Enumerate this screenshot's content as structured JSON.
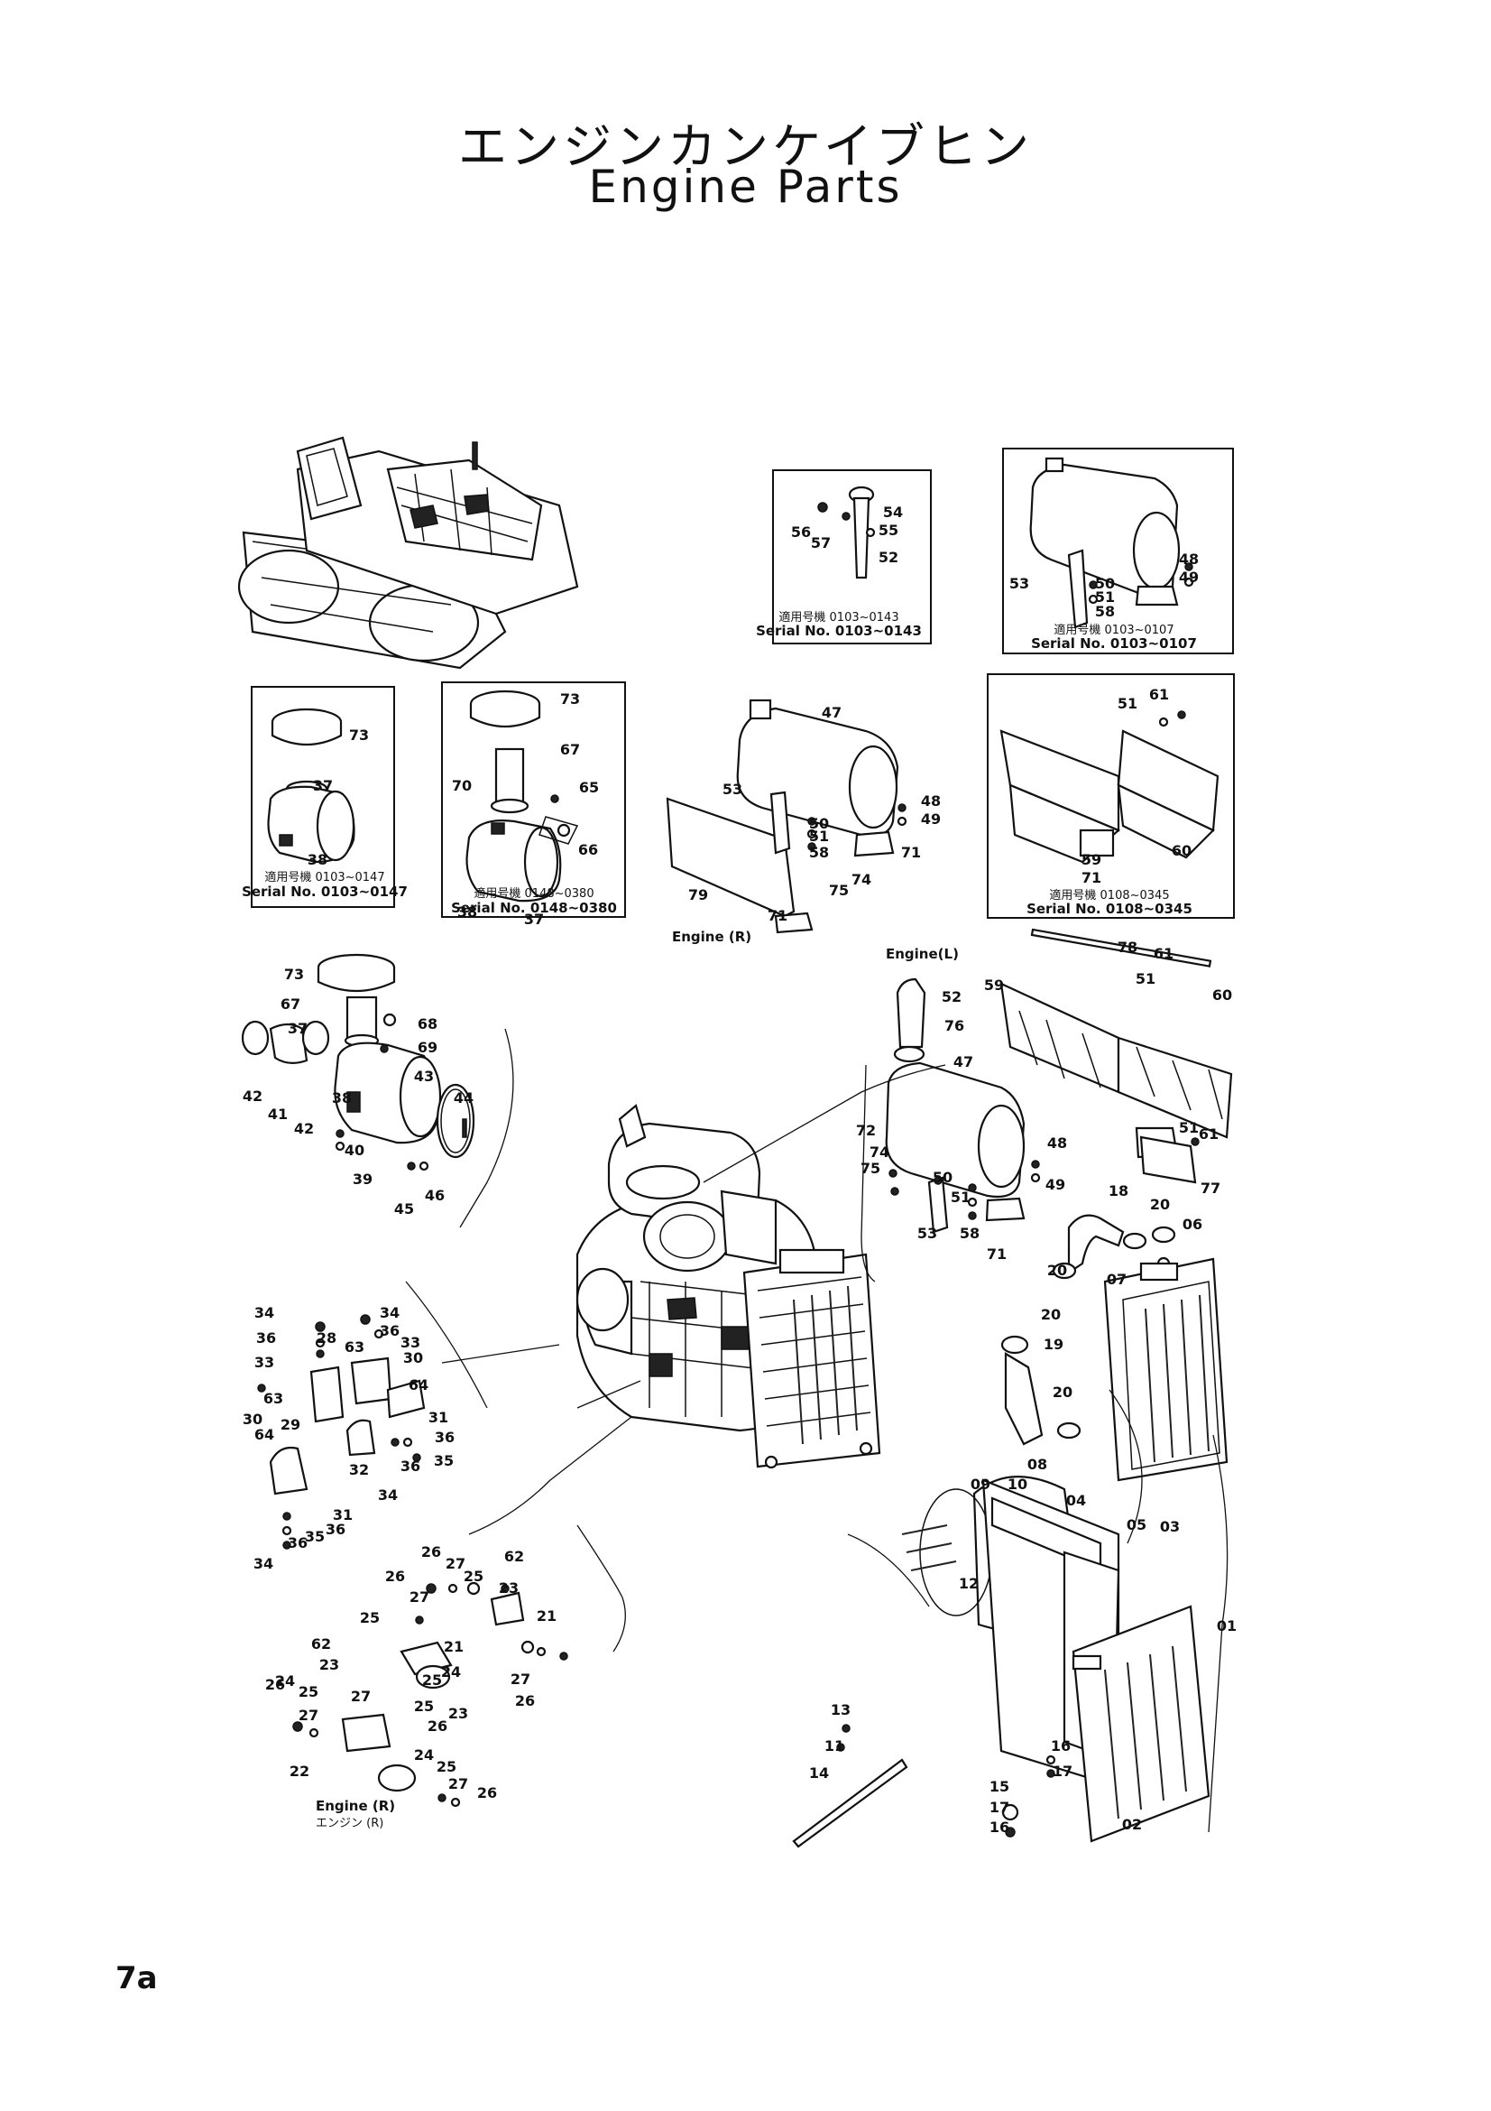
{
  "header": {
    "title_jp": "エンジンカンケイブヒン",
    "title_en": "Engine Parts"
  },
  "page_number": "7a",
  "insets": {
    "a": {
      "label_jp": "適用号機 0103~0143",
      "label_en": "Serial No. 0103~0143"
    },
    "b": {
      "label_jp": "適用号機 0103~0107",
      "label_en": "Serial No. 0103~0107"
    },
    "c": {
      "label_jp": "適用号機 0103~0147",
      "label_en": "Serial No. 0103~0147"
    },
    "d": {
      "label_jp": "適用号機 0148~0380",
      "label_en": "Serial No. 0148~0380"
    },
    "e": {
      "label_jp": "適用号機 0108~0345",
      "label_en": "Serial No. 0108~0345"
    }
  },
  "captions": {
    "engine_r_muffler": "Engine (R)",
    "engine_l": "Engine(L)",
    "engine_r_mount_en": "Engine (R)",
    "engine_r_mount_jp": "エンジン (R)"
  },
  "callouts": [
    "54",
    "55",
    "56",
    "57",
    "52",
    "48",
    "49",
    "53",
    "50",
    "51",
    "58",
    "73",
    "37",
    "38",
    "73",
    "67",
    "70",
    "65",
    "66",
    "38",
    "37",
    "47",
    "53",
    "48",
    "49",
    "50",
    "51",
    "58",
    "71",
    "74",
    "75",
    "79",
    "71",
    "61",
    "51",
    "60",
    "59",
    "71",
    "73",
    "67",
    "68",
    "69",
    "37",
    "42",
    "41",
    "42",
    "43",
    "44",
    "38",
    "40",
    "39",
    "45",
    "46",
    "78",
    "61",
    "51",
    "52",
    "76",
    "59",
    "60",
    "47",
    "72",
    "74",
    "75",
    "48",
    "49",
    "50",
    "51",
    "53",
    "58",
    "71",
    "51",
    "61",
    "77",
    "18",
    "20",
    "06",
    "20",
    "07",
    "34",
    "36",
    "33",
    "30",
    "63",
    "64",
    "29",
    "28",
    "63",
    "34",
    "36",
    "33",
    "30",
    "64",
    "31",
    "36",
    "35",
    "36",
    "34",
    "32",
    "31",
    "36",
    "35",
    "36",
    "34",
    "26",
    "27",
    "62",
    "25",
    "23",
    "26",
    "27",
    "25",
    "21",
    "62",
    "23",
    "21",
    "24",
    "25",
    "27",
    "26",
    "24",
    "25",
    "27",
    "26",
    "27",
    "25",
    "23",
    "26",
    "22",
    "24",
    "25",
    "27",
    "26",
    "20",
    "19",
    "20",
    "08",
    "04",
    "03",
    "05",
    "09",
    "10",
    "12",
    "01",
    "13",
    "11",
    "14",
    "15",
    "16",
    "17",
    "17",
    "16",
    "02"
  ]
}
